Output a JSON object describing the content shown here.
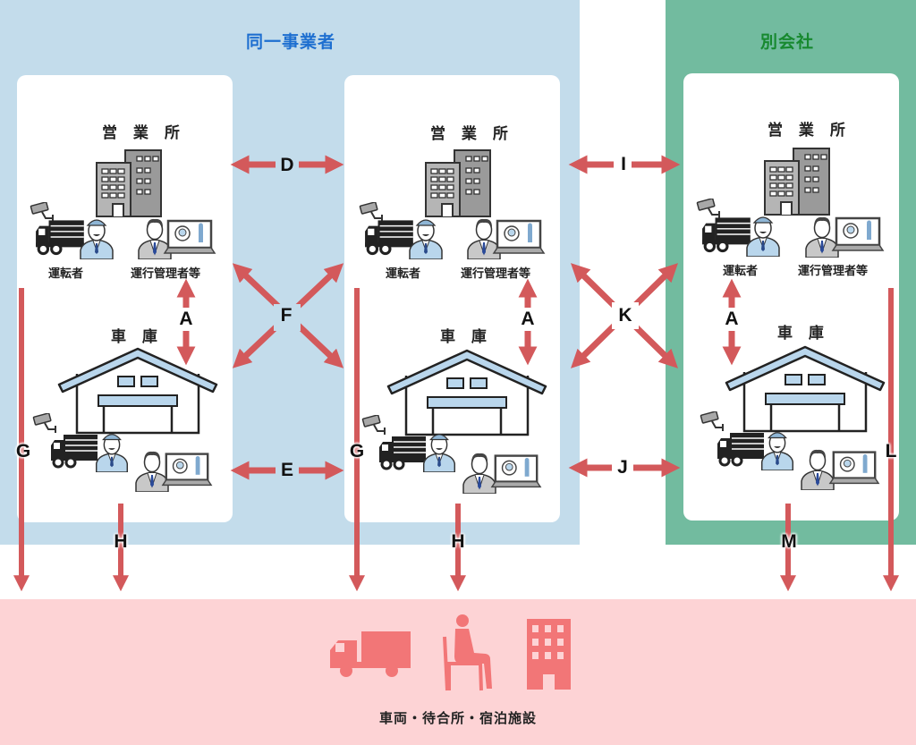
{
  "groups": {
    "same_operator": {
      "title": "同一事業者",
      "color": "#c3dceb",
      "title_color": "#1e6fd0"
    },
    "other_company": {
      "title": "別会社",
      "color": "#72bb9f",
      "title_color": "#17892f"
    },
    "facilities": {
      "label": "車両・待合所・宿泊施設",
      "color": "#fdd3d5",
      "icon_color": "#f27677",
      "icons": [
        "truck-icon",
        "seated-person-icon",
        "building-icon"
      ]
    }
  },
  "cards": [
    {
      "office_title": "営 業 所",
      "garage_title": "車 庫",
      "driver_label": "運転者",
      "manager_label": "運行管理者等"
    },
    {
      "office_title": "営 業 所",
      "garage_title": "車 庫",
      "driver_label": "運転者",
      "manager_label": "運行管理者等"
    },
    {
      "office_title": "営 業 所",
      "garage_title": "車 庫",
      "driver_label": "運転者",
      "manager_label": "運行管理者等"
    }
  ],
  "arrow_color": "#d3595b",
  "connections": [
    {
      "label": "A",
      "from": "営業所",
      "to": "車庫",
      "scope": "same card (left)"
    },
    {
      "label": "A",
      "from": "営業所",
      "to": "車庫",
      "scope": "same card (middle)"
    },
    {
      "label": "A",
      "from": "営業所",
      "to": "車庫",
      "scope": "same card (right)"
    },
    {
      "label": "D",
      "from": "営業所",
      "to": "営業所",
      "scope": "同一事業者"
    },
    {
      "label": "E",
      "from": "車庫",
      "to": "車庫",
      "scope": "同一事業者"
    },
    {
      "label": "F",
      "from": "営業所/車庫",
      "to": "車庫/営業所",
      "scope": "同一事業者 cross"
    },
    {
      "label": "G",
      "from": "営業所",
      "to": "車両・待合所・宿泊施設",
      "scope": "left"
    },
    {
      "label": "G",
      "from": "営業所",
      "to": "車両・待合所・宿泊施設",
      "scope": "middle"
    },
    {
      "label": "H",
      "from": "車庫",
      "to": "車両・待合所・宿泊施設",
      "scope": "left"
    },
    {
      "label": "H",
      "from": "車庫",
      "to": "車両・待合所・宿泊施設",
      "scope": "middle"
    },
    {
      "label": "I",
      "from": "営業所",
      "to": "別会社 営業所"
    },
    {
      "label": "J",
      "from": "車庫",
      "to": "別会社 車庫"
    },
    {
      "label": "K",
      "from": "営業所/車庫",
      "to": "別会社 車庫/営業所",
      "scope": "cross"
    },
    {
      "label": "L",
      "from": "別会社 営業所",
      "to": "車両・待合所・宿泊施設"
    },
    {
      "label": "M",
      "from": "別会社 車庫",
      "to": "車両・待合所・宿泊施設"
    }
  ]
}
